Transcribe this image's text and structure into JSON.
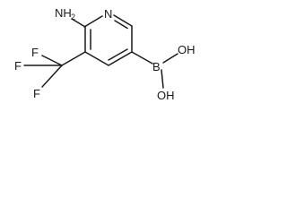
{
  "molecule": {
    "ring_heteroatom": "N",
    "amino_group": {
      "main": "NH",
      "subscript": "2"
    },
    "boron": "B",
    "hydroxyl_top": "OH",
    "hydroxyl_bottom": "OH",
    "fluorine_top": "F",
    "fluorine_left": "F",
    "fluorine_bottom": "F"
  }
}
